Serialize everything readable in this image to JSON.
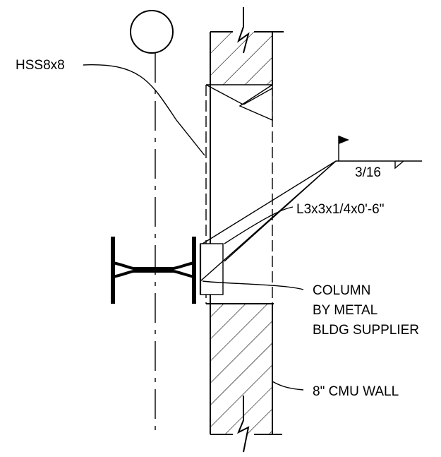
{
  "labels": {
    "hss": "HSS8x8",
    "weld": "3/16",
    "angle": "L3x3x1/4x0'-6\"",
    "column_line1": "COLUMN",
    "column_line2": "BY METAL",
    "column_line3": "BLDG SUPPLIER",
    "wall": "8\" CMU WALL"
  }
}
